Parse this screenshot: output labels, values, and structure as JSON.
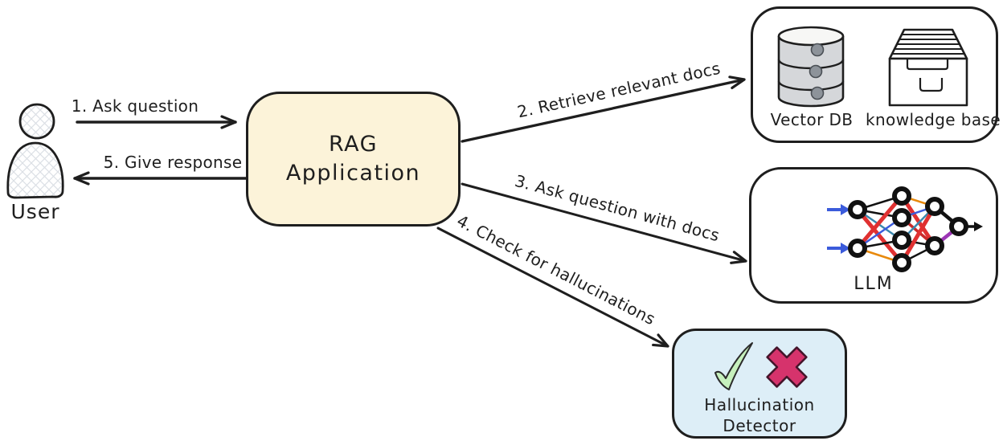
{
  "colors": {
    "background": "#ffffff",
    "ink": "#1e1e1e",
    "rag_fill": "#fcf3d9",
    "detector_fill": "#ddeef7",
    "db_fill": "#d5d7da",
    "db_dot": "#8d939a",
    "check_green": "#c6f0bd",
    "cross_red": "#d6336c",
    "nn_red": "#e03131",
    "nn_dark_red": "#c92a2a",
    "nn_blue": "#3b5bdb",
    "nn_orange": "#e8890c",
    "nn_teal": "#3a87ad",
    "nn_purple": "#9c36b5"
  },
  "user": {
    "label": "User",
    "icon": "person-silhouette"
  },
  "rag_box": {
    "line1": "RAG",
    "line2": "Application"
  },
  "arrows": {
    "ask_question": {
      "label": "1. Ask question"
    },
    "retrieve_docs": {
      "label": "2. Retrieve relevant docs"
    },
    "ask_with_docs": {
      "label": "3. Ask question with docs"
    },
    "check_hallucinations": {
      "label": "4. Check for hallucinations"
    },
    "give_response": {
      "label": "5. Give response"
    }
  },
  "retrieval_box": {
    "vector_db": {
      "label": "Vector DB",
      "icon": "database-cylinder"
    },
    "knowledge_base": {
      "label": "knowledge base",
      "icon": "card-file-cabinet"
    }
  },
  "llm_box": {
    "label": "LLM",
    "icon": "neural-network"
  },
  "detector_box": {
    "line1": "Hallucination",
    "line2": "Detector",
    "icons": [
      "check-mark",
      "cross-mark"
    ]
  }
}
